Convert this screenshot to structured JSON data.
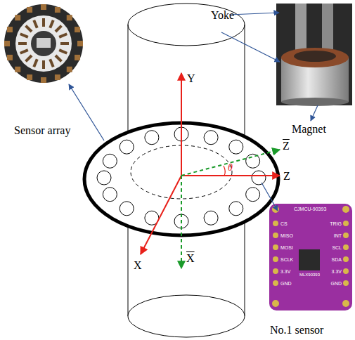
{
  "diagram": {
    "labels": [
      "Yoke",
      "Sensor array",
      "Magnet",
      "Y",
      "Z",
      "θ",
      "Z",
      "X",
      "X",
      "No.1 sensor",
      "CJMCU-90393",
      "CS",
      "MISO",
      "MOSI",
      "SCLK",
      "3.3V",
      "GND",
      "TRIG",
      "INT",
      "SCL",
      "SDA",
      "3.3V",
      "GND",
      "MLX90393"
    ]
  }
}
